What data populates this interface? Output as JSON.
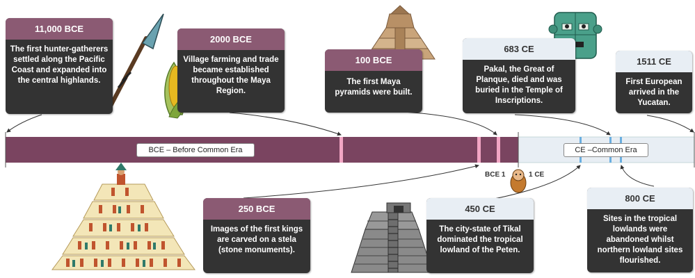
{
  "timeline": {
    "bce_label": "BCE – Before Common Era",
    "ce_label": "CE –Common Era",
    "bce_1_label": "BCE 1",
    "ce_1_label": "1 CE",
    "bce_color": "#7a4460",
    "ce_color": "#e8eef4",
    "marker_bce_color": "#f2a6c4",
    "marker_ce_color": "#6aaee0"
  },
  "events": [
    {
      "date": "11,000 BCE",
      "text": "The first hunter-gatherers settled along the Pacific Coast and expanded into the central highlands.",
      "era": "bce"
    },
    {
      "date": "2000 BCE",
      "text": "Village farming and trade became established throughout the Maya Region.",
      "era": "bce"
    },
    {
      "date": "100 BCE",
      "text": "The first Maya pyramids were built.",
      "era": "bce"
    },
    {
      "date": "683 CE",
      "text": "Pakal, the Great of Planque, died and was buried in the Temple of Inscriptions.",
      "era": "ce"
    },
    {
      "date": "1511 CE",
      "text": "First European arrived in the Yucatan.",
      "era": "ce"
    },
    {
      "date": "250 BCE",
      "text": "Images of the first kings are carved on a stela (stone monuments).",
      "era": "bce"
    },
    {
      "date": "450 CE",
      "text": "The city-state of Tikal dominated the tropical lowland of the Peten.",
      "era": "ce"
    },
    {
      "date": "800 CE",
      "text": "Sites in the tropical lowlands were abandoned whilst northern lowland sites flourished.",
      "era": "ce"
    }
  ],
  "icons": [
    "spear-icon",
    "corn-icon",
    "pyramid-icon",
    "jade-mask-icon",
    "maya-figures-pyramid-icon",
    "stepped-temple-icon",
    "baby-icon"
  ]
}
